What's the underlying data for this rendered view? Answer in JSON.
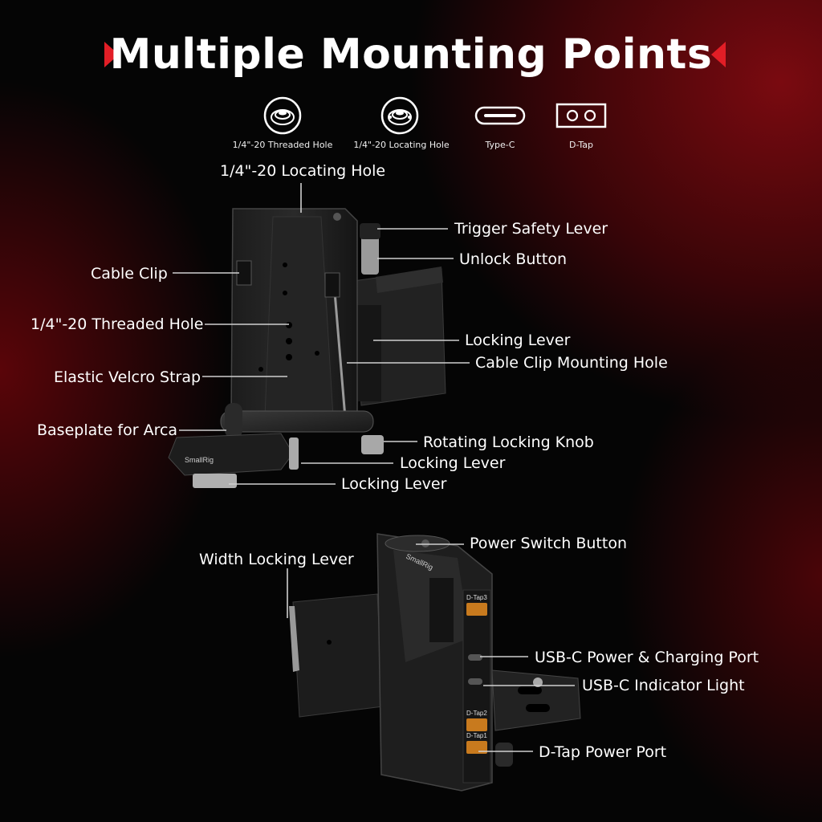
{
  "title": "Multiple Mounting Points",
  "legend": [
    {
      "icon": "threaded-hole-icon",
      "label": "1/4\"-20 Threaded Hole"
    },
    {
      "icon": "locating-hole-icon",
      "label": "1/4\"-20 Locating Hole"
    },
    {
      "icon": "type-c-icon",
      "label": "Type-C"
    },
    {
      "icon": "d-tap-icon",
      "label": "D-Tap"
    }
  ],
  "top_labels": {
    "locating_hole": "1/4\"-20 Locating Hole",
    "trigger_safety_lever": "Trigger Safety Lever",
    "unlock_button": "Unlock Button",
    "cable_clip": "Cable Clip",
    "threaded_hole": "1/4\"-20 Threaded Hole",
    "locking_lever_1": "Locking Lever",
    "cable_clip_mounting_hole": "Cable Clip Mounting Hole",
    "elastic_velcro_strap": "Elastic Velcro Strap",
    "baseplate_for_arca": "Baseplate for Arca",
    "rotating_locking_knob": "Rotating Locking Knob",
    "locking_lever_2": "Locking Lever",
    "locking_lever_3": "Locking Lever"
  },
  "bottom_labels": {
    "power_switch_button": "Power Switch Button",
    "width_locking_lever": "Width Locking Lever",
    "usb_c_power_port": "USB-C Power & Charging Port",
    "usb_c_indicator": "USB-C Indicator Light",
    "d_tap_power_port": "D-Tap Power Port"
  },
  "brand_marks": [
    "SmallRig",
    "SmallRig"
  ],
  "port_labels": [
    "D-Tap3",
    "D-Tap2",
    "D-Tap1"
  ],
  "colors": {
    "accent": "#e21e26",
    "background": "#050505",
    "text": "#ffffff"
  }
}
